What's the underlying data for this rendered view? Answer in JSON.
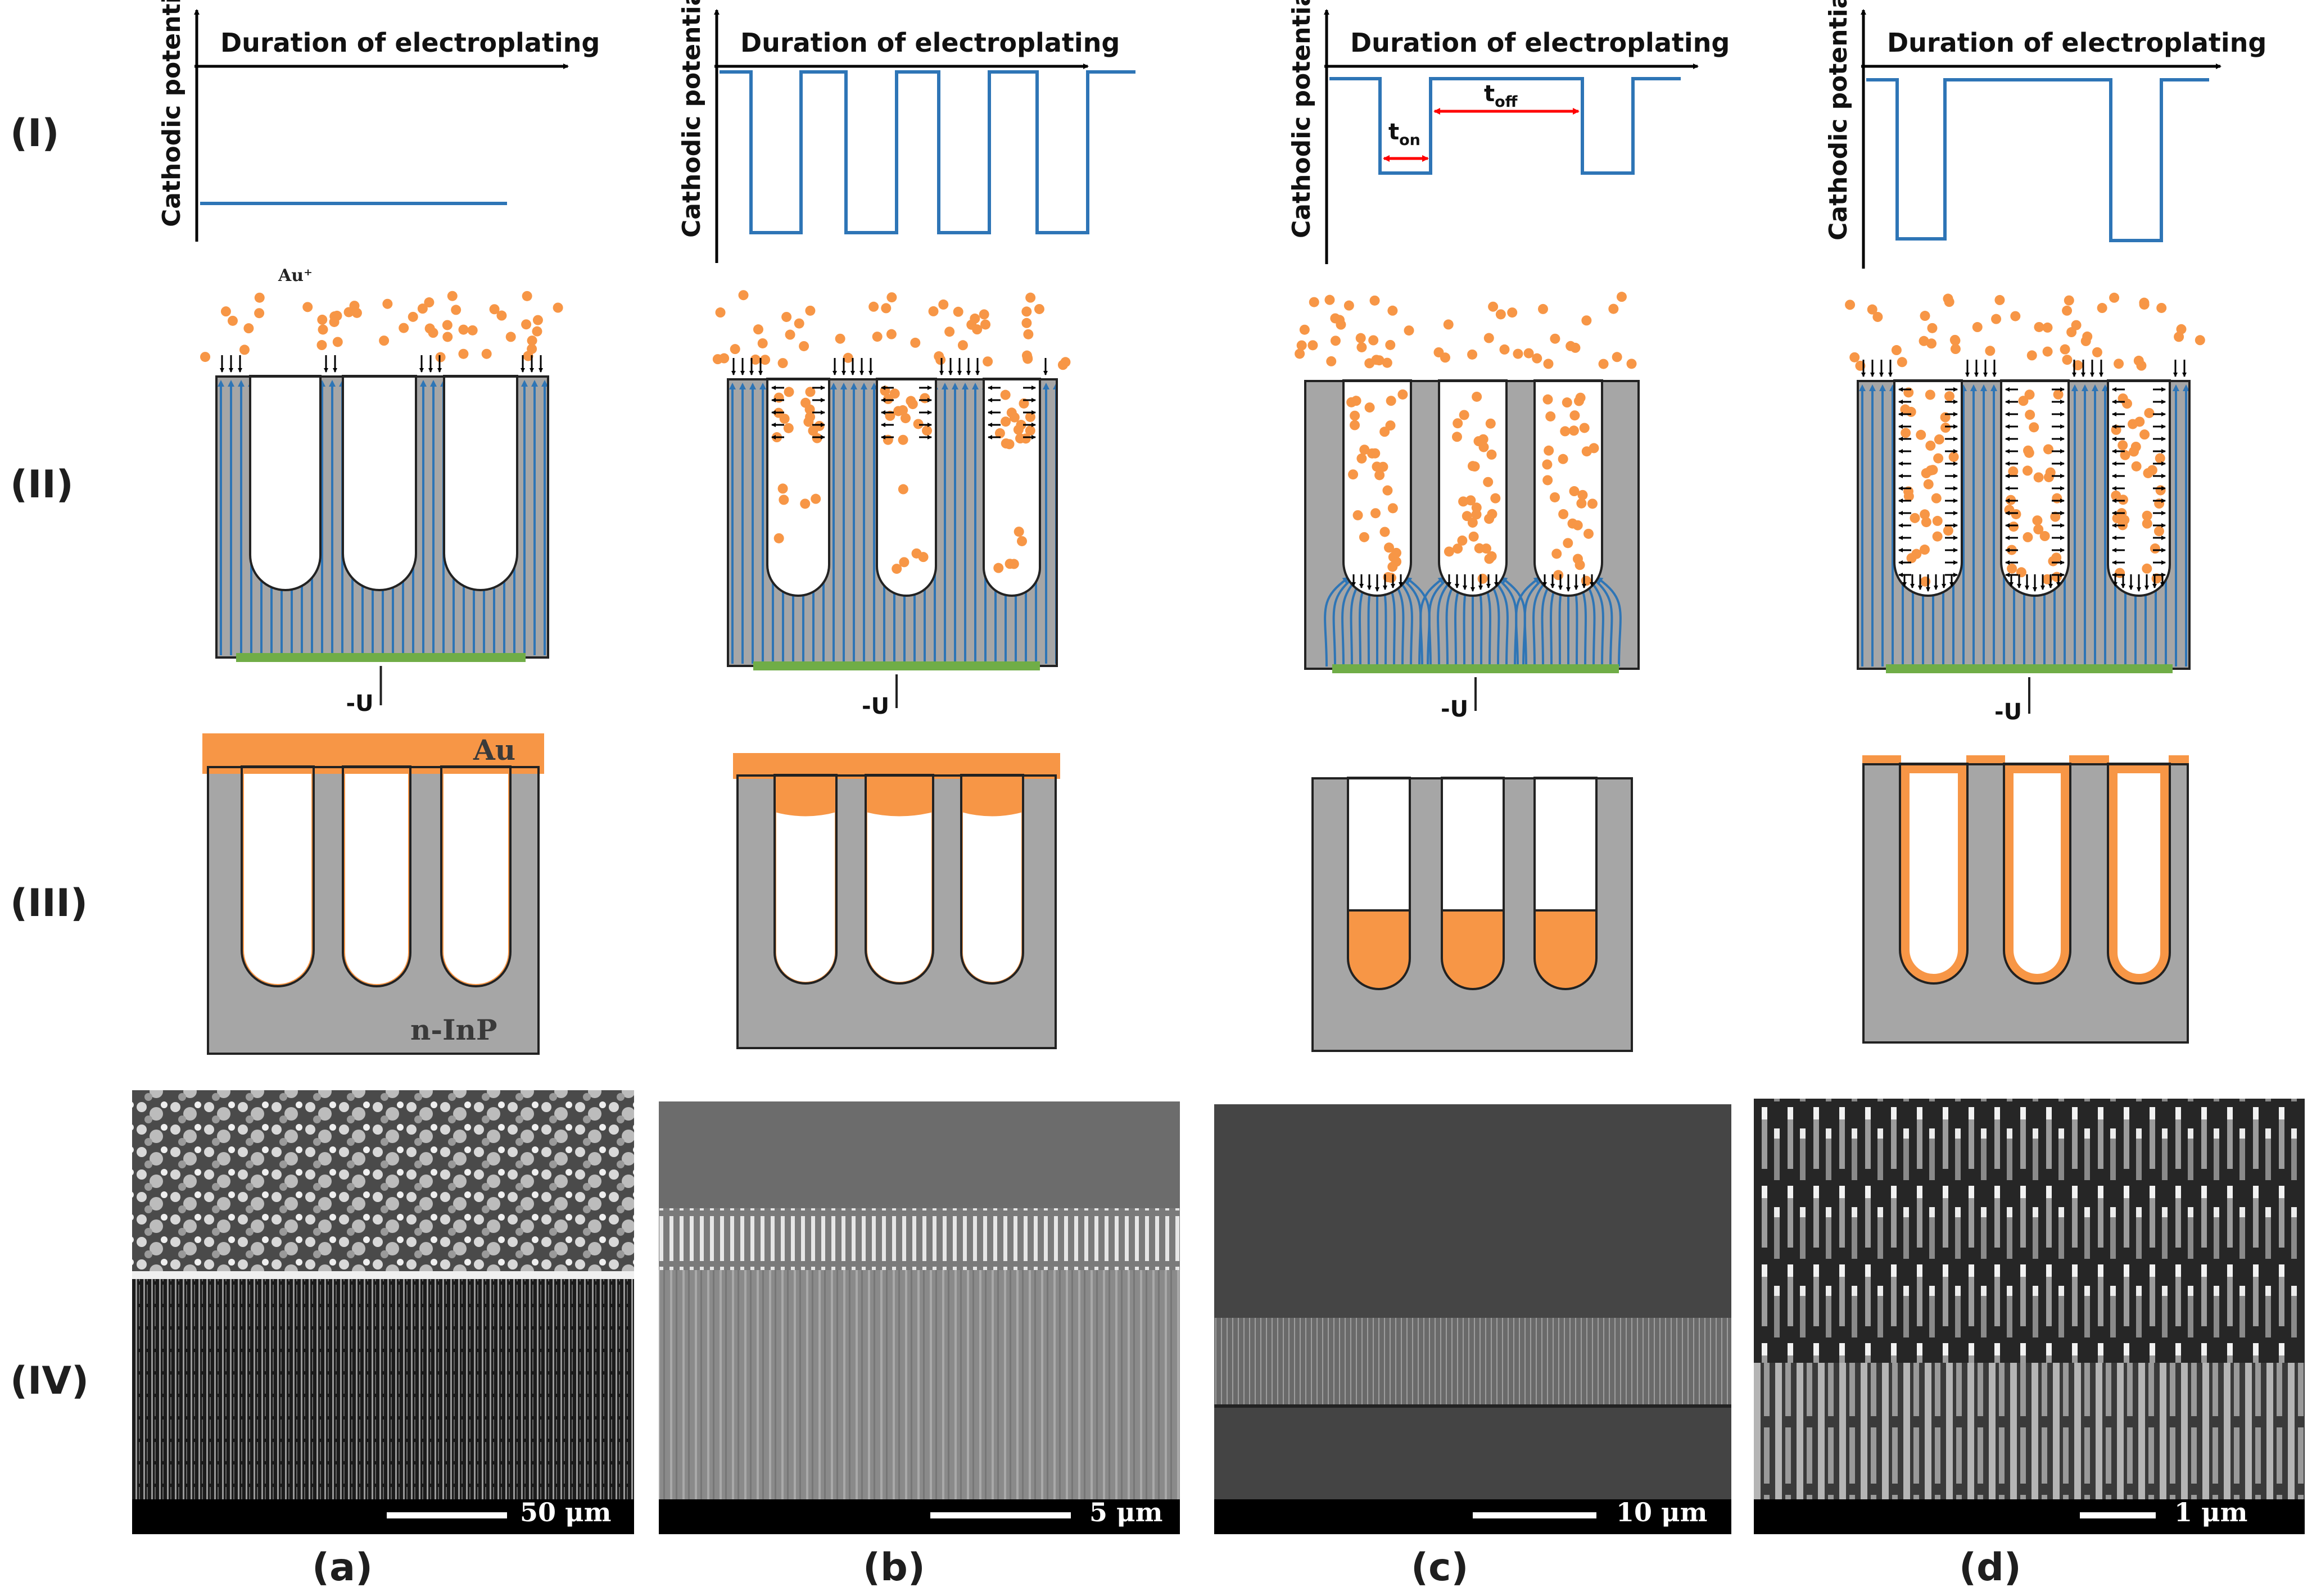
{
  "row_labels": [
    "(I)",
    "(II)",
    "(III)",
    "(IV)"
  ],
  "column_labels": [
    "(a)",
    "(b)",
    "(c)",
    "(d)"
  ],
  "graph_x_title": "Duration of electroplating",
  "graph_y_title": "Cathodic potential",
  "t_on": {
    "main": "t",
    "sub": "on"
  },
  "t_off": {
    "main": "t",
    "sub": "off"
  },
  "ion_label": "Au⁺",
  "electrode_label": "-U",
  "au_label": "Au",
  "substrate_label": "n-InP",
  "scale_bars": [
    "50 μm",
    "5 μm",
    "10 μm",
    "1 μm"
  ],
  "waveforms": [
    {
      "mode": "constant"
    },
    {
      "mode": "pulsed",
      "pulses": 4
    },
    {
      "mode": "pulsed",
      "pulses": 2
    },
    {
      "mode": "pulsed",
      "pulses": 2
    }
  ],
  "colors": {
    "waveform": "#2e75b6",
    "field_lines": "#2e75b6",
    "gold": "#f79646",
    "substrate": "#a6a6a6",
    "electrode": "#70ad47",
    "timing_arrow": "#ff0000"
  }
}
